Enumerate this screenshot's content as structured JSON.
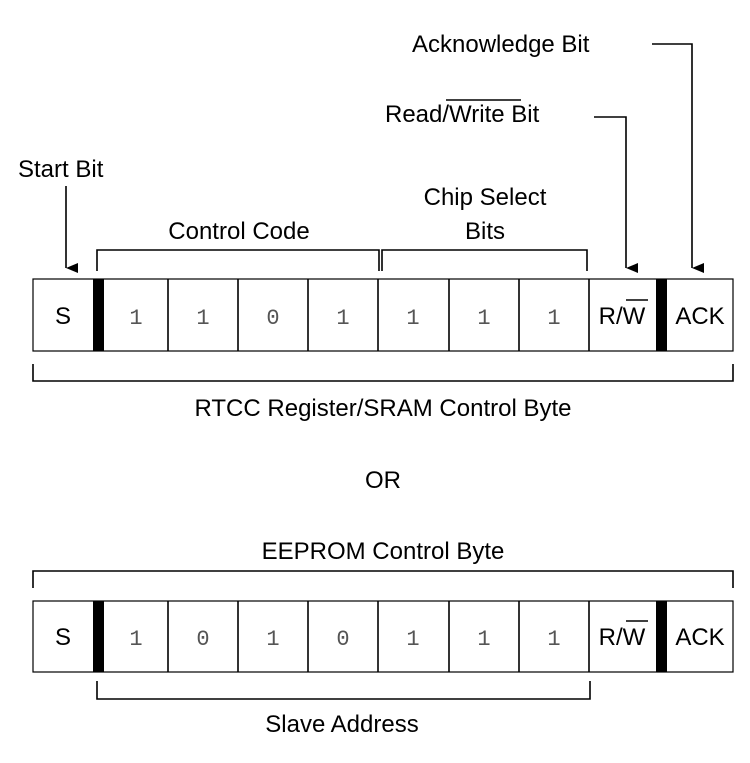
{
  "labels": {
    "acknowledge_bit": "Acknowledge Bit",
    "read_prefix": "Read/",
    "write_word": "Write",
    "bit_suffix": " Bit",
    "start_bit": "Start Bit",
    "chip_select_line1": "Chip Select",
    "chip_select_line2": "Bits",
    "control_code": "Control Code",
    "rtcc_caption": "RTCC Register/SRAM Control Byte",
    "or": "OR",
    "eeprom_caption": "EEPROM Control Byte",
    "slave_address": "Slave Address"
  },
  "rtcc_row": {
    "start": "S",
    "bits": [
      "1",
      "1",
      "0",
      "1",
      "1",
      "1",
      "1"
    ],
    "rw_r": "R/",
    "rw_w": "W",
    "ack": "ACK"
  },
  "eeprom_row": {
    "start": "S",
    "bits": [
      "1",
      "0",
      "1",
      "0",
      "1",
      "1",
      "1"
    ],
    "rw_r": "R/",
    "rw_w": "W",
    "ack": "ACK"
  }
}
